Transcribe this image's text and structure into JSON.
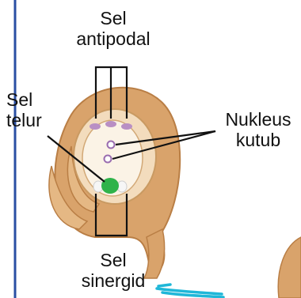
{
  "labels": {
    "antipodal": [
      "Sel",
      "antipodal"
    ],
    "telur": [
      "Sel",
      "telur"
    ],
    "nukleus_kutub": [
      "Nukleus",
      "kutub"
    ],
    "sinergid": [
      "Sel",
      "sinergid"
    ]
  },
  "colors": {
    "ovule_outer": "#d9a36b",
    "ovule_inner": "#f3dcbd",
    "sac_fill": "#fbf3e6",
    "nucleus": "#b98fc4",
    "egg_cell": "#2fb34a",
    "pen_mark": "#1fb7d8",
    "margin_line": "#2a4fa3"
  }
}
